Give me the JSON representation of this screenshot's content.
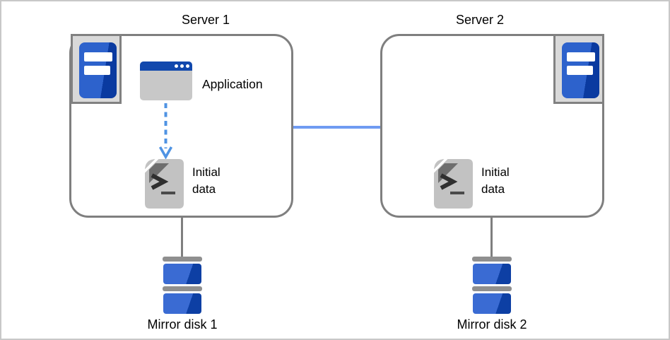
{
  "diagram": {
    "server1": {
      "title": "Server 1",
      "application_label": "Application",
      "initial_data_line1": "Initial",
      "initial_data_line2": "data",
      "mirror_disk_label": "Mirror disk 1"
    },
    "server2": {
      "title": "Server 2",
      "initial_data_line1": "Initial",
      "initial_data_line2": "data",
      "mirror_disk_label": "Mirror disk 2"
    },
    "icons": {
      "server_icon": "blue-tower-with-two-white-bars",
      "application_icon": "window-with-blue-titlebar-and-three-dots",
      "initial_data_icon": "gray-script-file-with-folded-corner-and-prompt",
      "mirror_disk_icon": "stacked-blue-disk-cylinders",
      "flow_arrow_icon": "dashed-blue-down-arrow"
    },
    "colors": {
      "box_border": "#7f7f7f",
      "canvas_border": "#c8c8c8",
      "icon_box_bg": "#d9d9d9",
      "server_blue_light": "#2d62cc",
      "server_blue_dark": "#0a3aa0",
      "titlebar_blue": "#1148ad",
      "window_body_gray": "#c8c8c8",
      "doc_gray": "#c2c2c2",
      "doc_fold_gray": "#6e6e6e",
      "arrow_blue": "#4f93e3",
      "interconnect_blue": "#6f9bf2",
      "disk_blue_light": "#3a6bd3",
      "disk_blue_dark": "#0d3fa4",
      "disk_cap_gray": "#8f8f8f"
    }
  }
}
